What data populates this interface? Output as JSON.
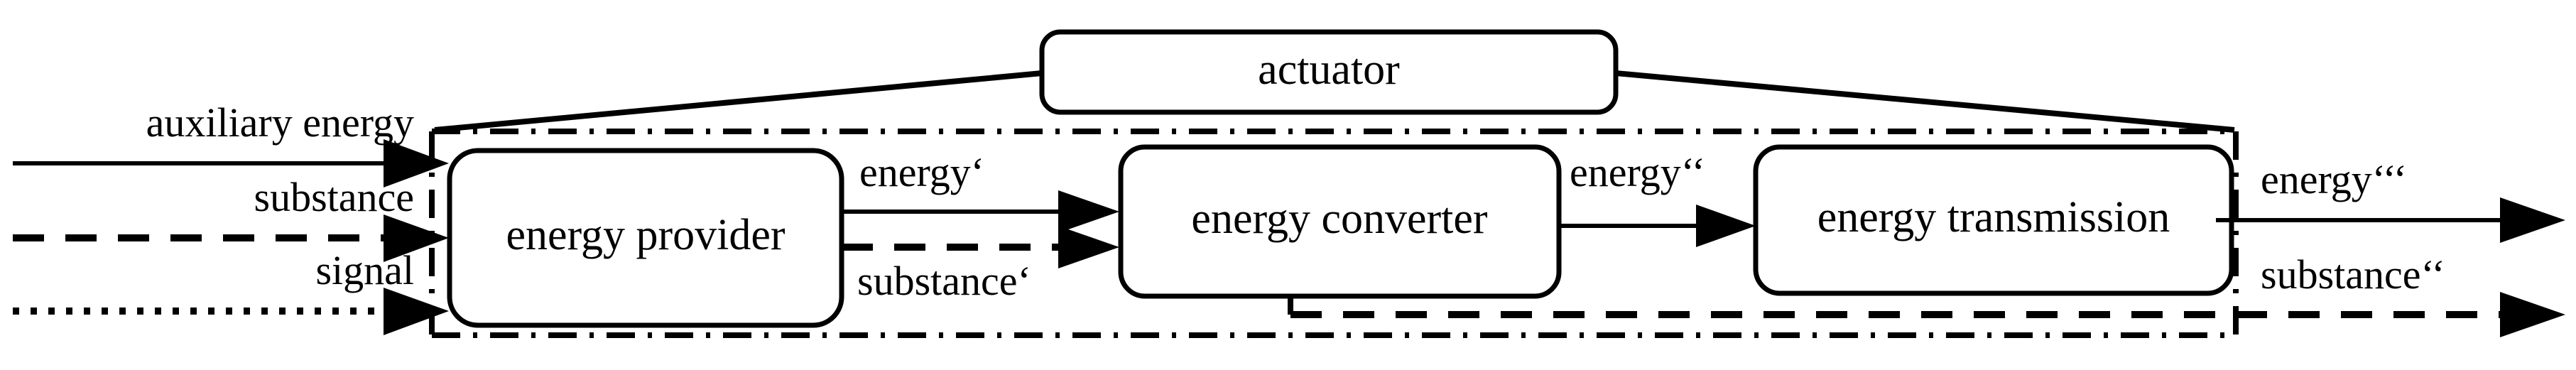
{
  "diagram": {
    "title": "energy flow block diagram",
    "stroke_color": "#000000",
    "background_color": "#ffffff",
    "blocks": [
      {
        "id": "actuator",
        "label": "actuator"
      },
      {
        "id": "energy-provider",
        "label": "energy provider"
      },
      {
        "id": "energy-converter",
        "label": "energy converter"
      },
      {
        "id": "energy-transmission",
        "label": "energy transmission"
      }
    ],
    "input_labels": [
      {
        "id": "auxiliary-energy",
        "label": "auxiliary energy",
        "line_style": "solid"
      },
      {
        "id": "substance",
        "label": "substance",
        "line_style": "dashed"
      },
      {
        "id": "signal",
        "label": "signal",
        "line_style": "dotted"
      }
    ],
    "internal_labels": [
      {
        "id": "energy-prime",
        "label": "energy‘",
        "line_style": "solid"
      },
      {
        "id": "substance-prime",
        "label": "substance‘",
        "line_style": "dashed"
      },
      {
        "id": "energy-double",
        "label": "energy‘‘",
        "line_style": "solid"
      }
    ],
    "output_labels": [
      {
        "id": "energy-triple",
        "label": "energy‘‘‘",
        "line_style": "solid"
      },
      {
        "id": "substance-double",
        "label": "substance‘‘",
        "line_style": "dashed"
      }
    ],
    "system_boundary": {
      "id": "system-boundary",
      "line_style": "dash-dot"
    }
  }
}
